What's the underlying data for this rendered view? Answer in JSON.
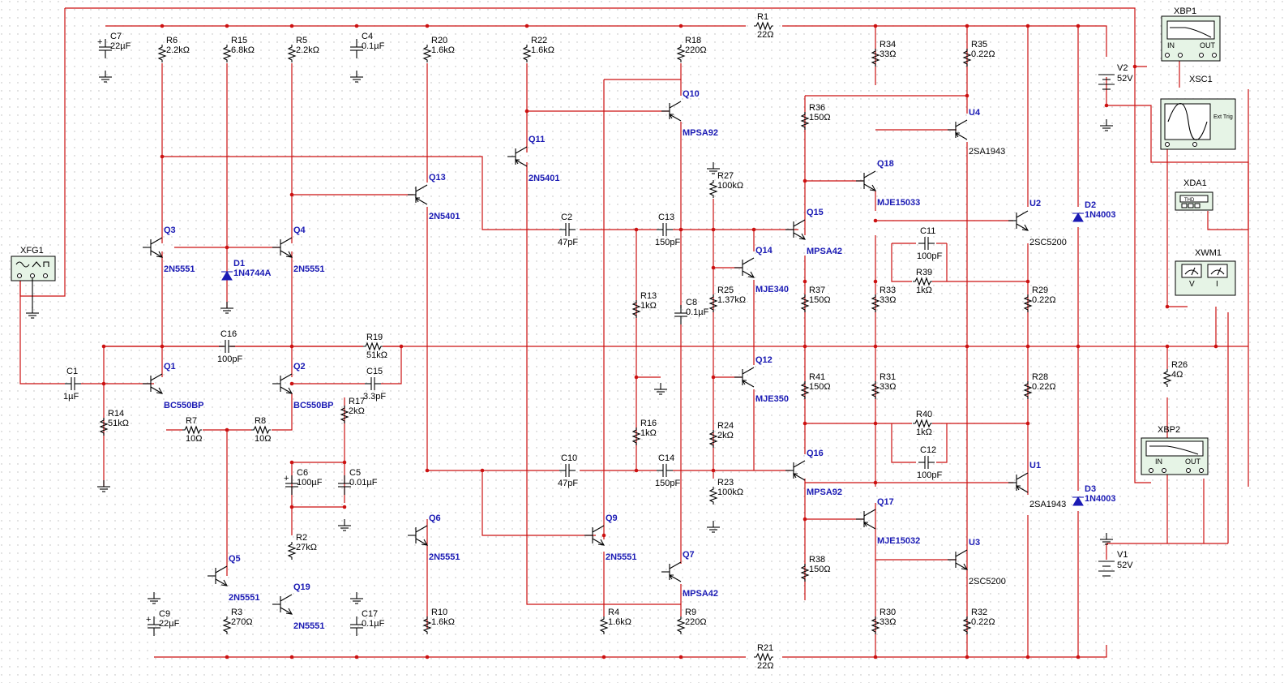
{
  "resistors": [
    {
      "ref": "R1",
      "value": "22Ω"
    },
    {
      "ref": "R21",
      "value": "22Ω"
    },
    {
      "ref": "R6",
      "value": "2.2kΩ"
    },
    {
      "ref": "R15",
      "value": "6.8kΩ"
    },
    {
      "ref": "R5",
      "value": "2.2kΩ"
    },
    {
      "ref": "R20",
      "value": "1.6kΩ"
    },
    {
      "ref": "R22",
      "value": "1.6kΩ"
    },
    {
      "ref": "R18",
      "value": "220Ω"
    },
    {
      "ref": "R34",
      "value": "33Ω"
    },
    {
      "ref": "R35",
      "value": "0.22Ω"
    },
    {
      "ref": "R36",
      "value": "150Ω"
    },
    {
      "ref": "R27",
      "value": "100kΩ"
    },
    {
      "ref": "R39",
      "value": "1kΩ"
    },
    {
      "ref": "R37",
      "value": "150Ω"
    },
    {
      "ref": "R33",
      "value": "33Ω"
    },
    {
      "ref": "R29",
      "value": "0.22Ω"
    },
    {
      "ref": "R13",
      "value": "1kΩ"
    },
    {
      "ref": "R25",
      "value": "1.37kΩ"
    },
    {
      "ref": "R19",
      "value": "51kΩ"
    },
    {
      "ref": "R14",
      "value": "51kΩ"
    },
    {
      "ref": "R7",
      "value": "10Ω"
    },
    {
      "ref": "R8",
      "value": "10Ω"
    },
    {
      "ref": "R17",
      "value": "2kΩ"
    },
    {
      "ref": "R41",
      "value": "150Ω"
    },
    {
      "ref": "R31",
      "value": "33Ω"
    },
    {
      "ref": "R28",
      "value": "0.22Ω"
    },
    {
      "ref": "R26",
      "value": "4Ω"
    },
    {
      "ref": "R40",
      "value": "1kΩ"
    },
    {
      "ref": "R16",
      "value": "1kΩ"
    },
    {
      "ref": "R24",
      "value": "2kΩ"
    },
    {
      "ref": "R23",
      "value": "100kΩ"
    },
    {
      "ref": "R2",
      "value": "27kΩ"
    },
    {
      "ref": "R3",
      "value": "270Ω"
    },
    {
      "ref": "R10",
      "value": "1.6kΩ"
    },
    {
      "ref": "R4",
      "value": "1.6kΩ"
    },
    {
      "ref": "R9",
      "value": "220Ω"
    },
    {
      "ref": "R38",
      "value": "150Ω"
    },
    {
      "ref": "R30",
      "value": "33Ω"
    },
    {
      "ref": "R32",
      "value": "0.22Ω"
    }
  ],
  "capacitors": [
    {
      "ref": "C7",
      "value": "22µF"
    },
    {
      "ref": "C4",
      "value": "0.1µF"
    },
    {
      "ref": "C2",
      "value": "47pF"
    },
    {
      "ref": "C13",
      "value": "150pF"
    },
    {
      "ref": "C11",
      "value": "100pF"
    },
    {
      "ref": "C8",
      "value": "0.1µF"
    },
    {
      "ref": "C16",
      "value": "100pF"
    },
    {
      "ref": "C1",
      "value": "1µF"
    },
    {
      "ref": "C15",
      "value": "3.3pF"
    },
    {
      "ref": "C6",
      "value": "100µF"
    },
    {
      "ref": "C5",
      "value": "0.01µF"
    },
    {
      "ref": "C10",
      "value": "47pF"
    },
    {
      "ref": "C14",
      "value": "150pF"
    },
    {
      "ref": "C12",
      "value": "100pF"
    },
    {
      "ref": "C9",
      "value": "22µF"
    },
    {
      "ref": "C17",
      "value": "0.1µF"
    }
  ],
  "transistors": [
    {
      "ref": "Q10",
      "part": "MPSA92"
    },
    {
      "ref": "Q11",
      "part": "2N5401"
    },
    {
      "ref": "Q13",
      "part": "2N5401"
    },
    {
      "ref": "Q3",
      "part": "2N5551"
    },
    {
      "ref": "Q4",
      "part": "2N5551"
    },
    {
      "ref": "Q18",
      "part": "MJE15033"
    },
    {
      "ref": "Q15",
      "part": "MPSA42"
    },
    {
      "ref": "Q14",
      "part": "MJE340"
    },
    {
      "ref": "Q12",
      "part": "MJE350"
    },
    {
      "ref": "Q1",
      "part": "BC550BP"
    },
    {
      "ref": "Q2",
      "part": "BC550BP"
    },
    {
      "ref": "Q16",
      "part": "MPSA92"
    },
    {
      "ref": "Q17",
      "part": "MJE15032"
    },
    {
      "ref": "Q6",
      "part": "2N5551"
    },
    {
      "ref": "Q9",
      "part": "2N5551"
    },
    {
      "ref": "Q7",
      "part": "MPSA42"
    },
    {
      "ref": "Q5",
      "part": "2N5551"
    },
    {
      "ref": "Q19",
      "part": "2N5551"
    },
    {
      "ref": "U4",
      "part": "2SA1943"
    },
    {
      "ref": "U2",
      "part": "2SC5200"
    },
    {
      "ref": "U1",
      "part": "2SA1943"
    },
    {
      "ref": "U3",
      "part": "2SC5200"
    }
  ],
  "diodes": [
    {
      "ref": "D1",
      "part": "1N4744A"
    },
    {
      "ref": "D2",
      "part": "1N4003"
    },
    {
      "ref": "D3",
      "part": "1N4003"
    }
  ],
  "sources": [
    {
      "ref": "V2",
      "value": "52V"
    },
    {
      "ref": "V1",
      "value": "52V"
    }
  ],
  "instruments": {
    "xbp1": {
      "name": "XBP1",
      "in": "IN",
      "out": "OUT"
    },
    "xbp2": {
      "name": "XBP2",
      "in": "IN",
      "out": "OUT"
    },
    "xsc1": {
      "name": "XSC1",
      "trig": "Ext Trig"
    },
    "xda1": {
      "name": "XDA1",
      "screen": "THD"
    },
    "xwm1": {
      "name": "XWM1",
      "v": "V",
      "i": "I"
    },
    "xfg1": {
      "name": "XFG1"
    }
  },
  "colors": {
    "wire": "#cc1111",
    "component": "#000000",
    "device_label": "#1a1ab4",
    "grid_dot": "#b8b8b8",
    "background": "#ffffff"
  }
}
